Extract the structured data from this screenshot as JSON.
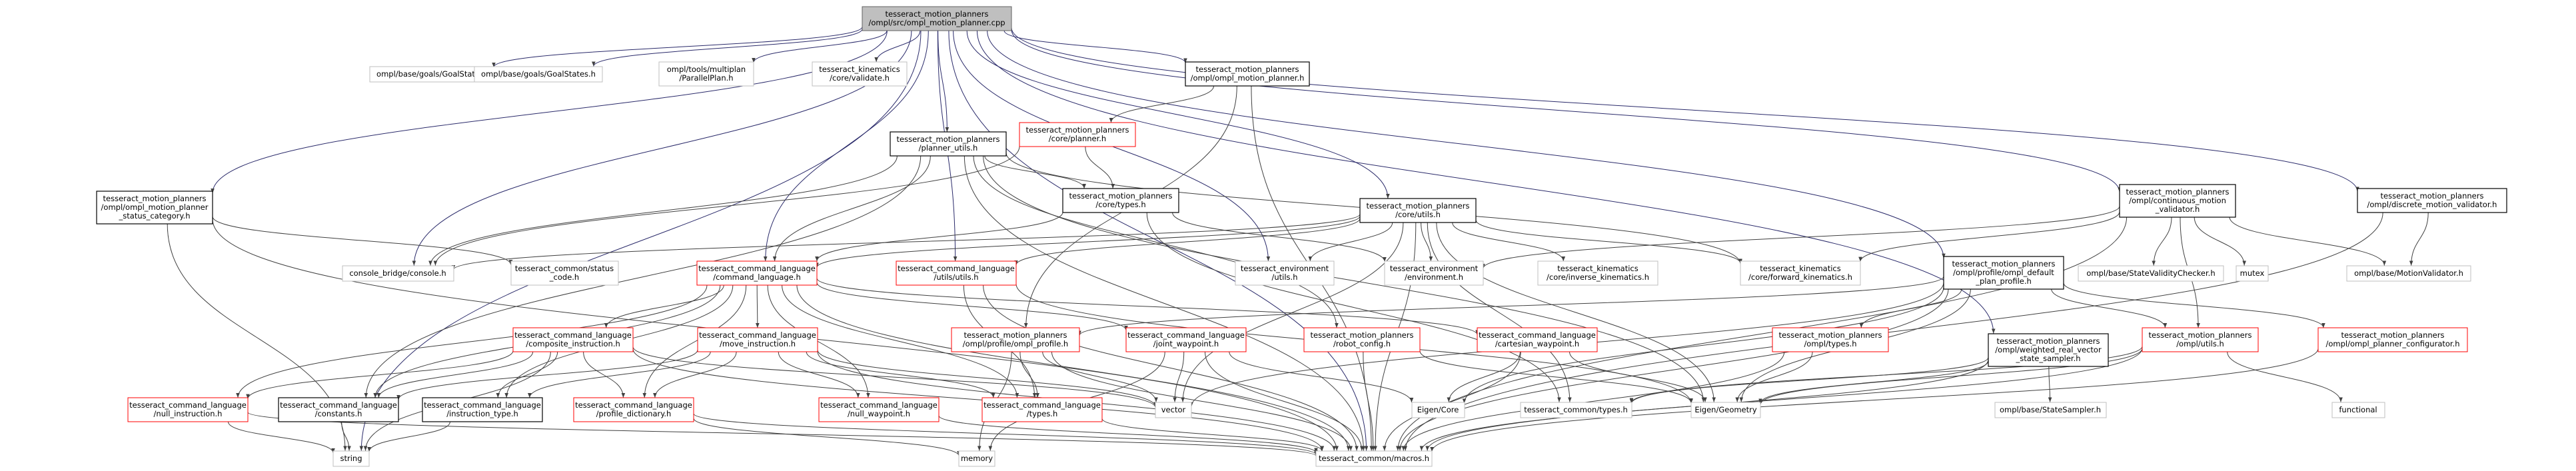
{
  "diagram": {
    "nodes": [
      {
        "id": "root",
        "lines": [
          "tesseract_motion_planners",
          "/ompl/src/ompl_motion_planner.cpp"
        ],
        "style": "root"
      },
      {
        "id": "goal_state",
        "lines": [
          "ompl/base/goals/GoalState.h"
        ],
        "style": "gray"
      },
      {
        "id": "goal_states",
        "lines": [
          "ompl/base/goals/GoalStates.h"
        ],
        "style": "gray"
      },
      {
        "id": "parallel_plan",
        "lines": [
          "ompl/tools/multiplan",
          "/ParallelPlan.h"
        ],
        "style": "gray"
      },
      {
        "id": "kin_validate",
        "lines": [
          "tesseract_kinematics",
          "/core/validate.h"
        ],
        "style": "gray"
      },
      {
        "id": "ompl_motion_planner_h",
        "lines": [
          "tesseract_motion_planners",
          "/ompl/ompl_motion_planner.h"
        ],
        "style": "black"
      },
      {
        "id": "continuous_validator",
        "lines": [
          "tesseract_motion_planners",
          "/ompl/continuous_motion",
          "_validator.h"
        ],
        "style": "black"
      },
      {
        "id": "discrete_validator",
        "lines": [
          "tesseract_motion_planners",
          "/ompl/discrete_motion_validator.h"
        ],
        "style": "black"
      },
      {
        "id": "planner_utils",
        "lines": [
          "tesseract_motion_planners",
          "/planner_utils.h"
        ],
        "style": "black"
      },
      {
        "id": "core_planner",
        "lines": [
          "tesseract_motion_planners",
          "/core/planner.h"
        ],
        "style": "red"
      },
      {
        "id": "status_category",
        "lines": [
          "tesseract_motion_planners",
          "/ompl/ompl_motion_planner",
          "_status_category.h"
        ],
        "style": "black"
      },
      {
        "id": "core_types",
        "lines": [
          "tesseract_motion_planners",
          "/core/types.h"
        ],
        "style": "black"
      },
      {
        "id": "core_utils",
        "lines": [
          "tesseract_motion_planners",
          "/core/utils.h"
        ],
        "style": "black"
      },
      {
        "id": "ompl_default_plan_profile",
        "lines": [
          "tesseract_motion_planners",
          "/ompl/profile/ompl_default",
          "_plan_profile.h"
        ],
        "style": "black"
      },
      {
        "id": "console",
        "lines": [
          "console_bridge/console.h"
        ],
        "style": "gray"
      },
      {
        "id": "status_code",
        "lines": [
          "tesseract_common/status",
          "_code.h"
        ],
        "style": "gray"
      },
      {
        "id": "command_language",
        "lines": [
          "tesseract_command_language",
          "/command_language.h"
        ],
        "style": "red"
      },
      {
        "id": "cl_utils",
        "lines": [
          "tesseract_command_language",
          "/utils/utils.h"
        ],
        "style": "red"
      },
      {
        "id": "env_utils",
        "lines": [
          "tesseract_environment",
          "/utils.h"
        ],
        "style": "gray"
      },
      {
        "id": "env_environment",
        "lines": [
          "tesseract_environment",
          "/environment.h"
        ],
        "style": "gray"
      },
      {
        "id": "inverse_kinematics",
        "lines": [
          "tesseract_kinematics",
          "/core/inverse_kinematics.h"
        ],
        "style": "gray"
      },
      {
        "id": "forward_kinematics",
        "lines": [
          "tesseract_kinematics",
          "/core/forward_kinematics.h"
        ],
        "style": "gray"
      },
      {
        "id": "state_validity_checker",
        "lines": [
          "ompl/base/StateValidityChecker.h"
        ],
        "style": "gray"
      },
      {
        "id": "mutex",
        "lines": [
          "mutex"
        ],
        "style": "gray"
      },
      {
        "id": "motion_validator",
        "lines": [
          "ompl/base/MotionValidator.h"
        ],
        "style": "gray"
      },
      {
        "id": "composite_instruction",
        "lines": [
          "tesseract_command_language",
          "/composite_instruction.h"
        ],
        "style": "red"
      },
      {
        "id": "move_instruction",
        "lines": [
          "tesseract_command_language",
          "/move_instruction.h"
        ],
        "style": "red"
      },
      {
        "id": "ompl_profile",
        "lines": [
          "tesseract_motion_planners",
          "/ompl/profile/ompl_profile.h"
        ],
        "style": "red"
      },
      {
        "id": "joint_waypoint",
        "lines": [
          "tesseract_command_language",
          "/joint_waypoint.h"
        ],
        "style": "red"
      },
      {
        "id": "robot_config",
        "lines": [
          "tesseract_motion_planners",
          "/robot_config.h"
        ],
        "style": "red"
      },
      {
        "id": "cartesian_waypoint",
        "lines": [
          "tesseract_command_language",
          "/cartesian_waypoint.h"
        ],
        "style": "red"
      },
      {
        "id": "ompl_types",
        "lines": [
          "tesseract_motion_planners",
          "/ompl/types.h"
        ],
        "style": "red"
      },
      {
        "id": "weighted_real_vector",
        "lines": [
          "tesseract_motion_planners",
          "/ompl/weighted_real_vector",
          "_state_sampler.h"
        ],
        "style": "black"
      },
      {
        "id": "ompl_utils",
        "lines": [
          "tesseract_motion_planners",
          "/ompl/utils.h"
        ],
        "style": "red"
      },
      {
        "id": "ompl_planner_configurator",
        "lines": [
          "tesseract_motion_planners",
          "/ompl/ompl_planner_configurator.h"
        ],
        "style": "red"
      },
      {
        "id": "null_instruction",
        "lines": [
          "tesseract_command_language",
          "/null_instruction.h"
        ],
        "style": "red"
      },
      {
        "id": "constants",
        "lines": [
          "tesseract_command_language",
          "/constants.h"
        ],
        "style": "black"
      },
      {
        "id": "instruction_type",
        "lines": [
          "tesseract_command_language",
          "/instruction_type.h"
        ],
        "style": "black"
      },
      {
        "id": "profile_dictionary",
        "lines": [
          "tesseract_command_language",
          "/profile_dictionary.h"
        ],
        "style": "red"
      },
      {
        "id": "null_waypoint",
        "lines": [
          "tesseract_command_language",
          "/null_waypoint.h"
        ],
        "style": "red"
      },
      {
        "id": "cl_types",
        "lines": [
          "tesseract_command_language",
          "/types.h"
        ],
        "style": "red"
      },
      {
        "id": "vector",
        "lines": [
          "vector"
        ],
        "style": "gray"
      },
      {
        "id": "eigen_core",
        "lines": [
          "Eigen/Core"
        ],
        "style": "gray"
      },
      {
        "id": "common_types",
        "lines": [
          "tesseract_common/types.h"
        ],
        "style": "gray"
      },
      {
        "id": "eigen_geometry",
        "lines": [
          "Eigen/Geometry"
        ],
        "style": "gray"
      },
      {
        "id": "state_sampler",
        "lines": [
          "ompl/base/StateSampler.h"
        ],
        "style": "gray"
      },
      {
        "id": "functional",
        "lines": [
          "functional"
        ],
        "style": "gray"
      },
      {
        "id": "string",
        "lines": [
          "string"
        ],
        "style": "gray"
      },
      {
        "id": "memory",
        "lines": [
          "memory"
        ],
        "style": "gray"
      },
      {
        "id": "macros",
        "lines": [
          "tesseract_common/macros.h"
        ],
        "style": "gray"
      }
    ],
    "edges": [
      [
        "root",
        "goal_state"
      ],
      [
        "root",
        "goal_states"
      ],
      [
        "root",
        "parallel_plan"
      ],
      [
        "root",
        "kin_validate"
      ],
      [
        "root",
        "ompl_motion_planner_h"
      ],
      [
        "root",
        "continuous_validator"
      ],
      [
        "root",
        "discrete_validator"
      ],
      [
        "root",
        "planner_utils"
      ],
      [
        "root",
        "status_category"
      ],
      [
        "root",
        "core_utils"
      ],
      [
        "root",
        "ompl_default_plan_profile"
      ],
      [
        "root",
        "weighted_real_vector"
      ],
      [
        "root",
        "console"
      ],
      [
        "root",
        "command_language"
      ],
      [
        "root",
        "cl_utils"
      ],
      [
        "root",
        "env_utils"
      ],
      [
        "root",
        "string"
      ],
      [
        "root",
        "macros"
      ],
      [
        "ompl_motion_planner_h",
        "core_planner"
      ],
      [
        "ompl_motion_planner_h",
        "ompl_profile"
      ],
      [
        "ompl_motion_planner_h",
        "macros"
      ],
      [
        "core_planner",
        "core_types"
      ],
      [
        "core_planner",
        "console"
      ],
      [
        "planner_utils",
        "core_types"
      ],
      [
        "planner_utils",
        "console"
      ],
      [
        "planner_utils",
        "command_language"
      ],
      [
        "planner_utils",
        "robot_config"
      ],
      [
        "planner_utils",
        "forward_kinematics"
      ],
      [
        "planner_utils",
        "eigen_geometry"
      ],
      [
        "planner_utils",
        "constants"
      ],
      [
        "planner_utils",
        "macros"
      ],
      [
        "status_category",
        "status_code"
      ],
      [
        "status_category",
        "string"
      ],
      [
        "status_category",
        "macros"
      ],
      [
        "core_types",
        "env_environment"
      ],
      [
        "core_types",
        "command_language"
      ],
      [
        "core_types",
        "common_types"
      ],
      [
        "core_utils",
        "console"
      ],
      [
        "core_utils",
        "command_language"
      ],
      [
        "core_utils",
        "cl_utils"
      ],
      [
        "core_utils",
        "env_utils"
      ],
      [
        "core_utils",
        "env_environment"
      ],
      [
        "core_utils",
        "inverse_kinematics"
      ],
      [
        "core_utils",
        "forward_kinematics"
      ],
      [
        "core_utils",
        "eigen_geometry"
      ],
      [
        "core_utils",
        "common_types"
      ],
      [
        "core_utils",
        "macros"
      ],
      [
        "core_utils",
        "vector"
      ],
      [
        "continuous_validator",
        "state_validity_checker"
      ],
      [
        "continuous_validator",
        "mutex"
      ],
      [
        "continuous_validator",
        "motion_validator"
      ],
      [
        "continuous_validator",
        "env_environment"
      ],
      [
        "continuous_validator",
        "forward_kinematics"
      ],
      [
        "continuous_validator",
        "ompl_utils"
      ],
      [
        "continuous_validator",
        "macros"
      ],
      [
        "discrete_validator",
        "motion_validator"
      ],
      [
        "discrete_validator",
        "macros"
      ],
      [
        "ompl_default_plan_profile",
        "ompl_profile"
      ],
      [
        "ompl_default_plan_profile",
        "ompl_types"
      ],
      [
        "ompl_default_plan_profile",
        "ompl_utils"
      ],
      [
        "ompl_default_plan_profile",
        "ompl_planner_configurator"
      ],
      [
        "ompl_default_plan_profile",
        "eigen_geometry"
      ],
      [
        "ompl_default_plan_profile",
        "eigen_core"
      ],
      [
        "ompl_default_plan_profile",
        "vector"
      ],
      [
        "ompl_default_plan_profile",
        "macros"
      ],
      [
        "command_language",
        "composite_instruction"
      ],
      [
        "command_language",
        "move_instruction"
      ],
      [
        "command_language",
        "joint_waypoint"
      ],
      [
        "command_language",
        "cartesian_waypoint"
      ],
      [
        "command_language",
        "null_instruction"
      ],
      [
        "command_language",
        "constants"
      ],
      [
        "command_language",
        "instruction_type"
      ],
      [
        "command_language",
        "profile_dictionary"
      ],
      [
        "command_language",
        "null_waypoint"
      ],
      [
        "command_language",
        "cl_types"
      ],
      [
        "command_language",
        "macros"
      ],
      [
        "cl_utils",
        "cl_types"
      ],
      [
        "cl_utils",
        "eigen_geometry"
      ],
      [
        "cl_utils",
        "macros"
      ],
      [
        "composite_instruction",
        "null_instruction"
      ],
      [
        "composite_instruction",
        "constants"
      ],
      [
        "composite_instruction",
        "instruction_type"
      ],
      [
        "composite_instruction",
        "profile_dictionary"
      ],
      [
        "composite_instruction",
        "vector"
      ],
      [
        "composite_instruction",
        "string"
      ],
      [
        "composite_instruction",
        "macros"
      ],
      [
        "move_instruction",
        "null_waypoint"
      ],
      [
        "move_instruction",
        "constants"
      ],
      [
        "move_instruction",
        "instruction_type"
      ],
      [
        "move_instruction",
        "profile_dictionary"
      ],
      [
        "move_instruction",
        "cl_types"
      ],
      [
        "move_instruction",
        "vector"
      ],
      [
        "move_instruction",
        "macros"
      ],
      [
        "ompl_profile",
        "cl_types"
      ],
      [
        "ompl_profile",
        "vector"
      ],
      [
        "ompl_profile",
        "memory"
      ],
      [
        "ompl_profile",
        "macros"
      ],
      [
        "joint_waypoint",
        "vector"
      ],
      [
        "joint_waypoint",
        "eigen_core"
      ],
      [
        "joint_waypoint",
        "memory"
      ],
      [
        "joint_waypoint",
        "macros"
      ],
      [
        "robot_config",
        "eigen_geometry"
      ],
      [
        "robot_config",
        "macros"
      ],
      [
        "cartesian_waypoint",
        "eigen_core"
      ],
      [
        "cartesian_waypoint",
        "eigen_geometry"
      ],
      [
        "cartesian_waypoint",
        "macros"
      ],
      [
        "ompl_types",
        "eigen_geometry"
      ],
      [
        "ompl_types",
        "macros"
      ],
      [
        "weighted_real_vector",
        "state_sampler"
      ],
      [
        "weighted_real_vector",
        "eigen_geometry"
      ],
      [
        "weighted_real_vector",
        "common_types"
      ],
      [
        "weighted_real_vector",
        "macros"
      ],
      [
        "ompl_utils",
        "eigen_geometry"
      ],
      [
        "ompl_utils",
        "common_types"
      ],
      [
        "ompl_utils",
        "functional"
      ],
      [
        "ompl_utils",
        "macros"
      ],
      [
        "ompl_planner_configurator",
        "macros"
      ],
      [
        "null_instruction",
        "string"
      ],
      [
        "null_instruction",
        "macros"
      ],
      [
        "constants",
        "string"
      ],
      [
        "instruction_type",
        "string"
      ],
      [
        "profile_dictionary",
        "memory"
      ],
      [
        "profile_dictionary",
        "macros"
      ],
      [
        "null_waypoint",
        "macros"
      ],
      [
        "cl_types",
        "macros"
      ]
    ]
  }
}
